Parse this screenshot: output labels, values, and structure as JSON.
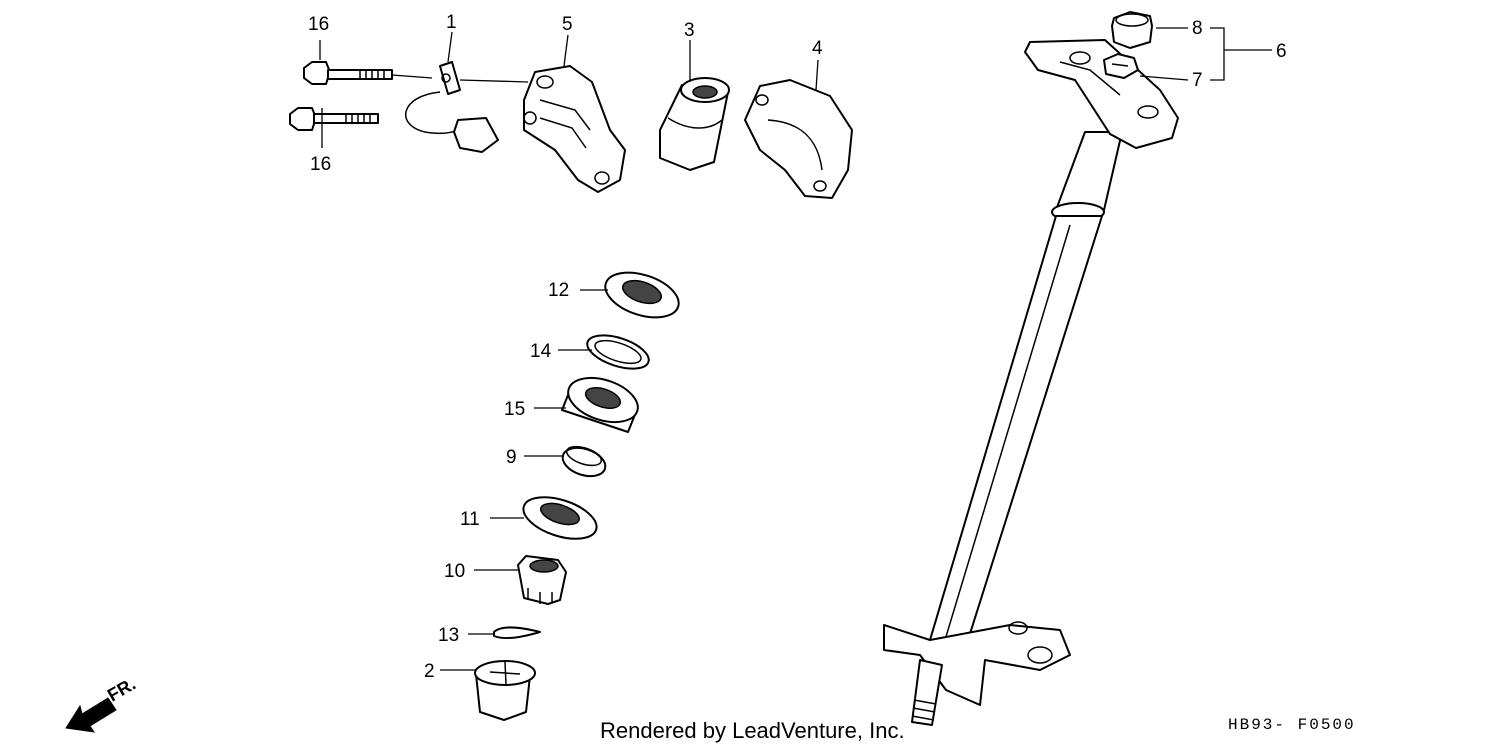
{
  "diagram": {
    "callouts": {
      "p16a": "16",
      "p16b": "16",
      "p1": "1",
      "p5": "5",
      "p3": "3",
      "p4": "4",
      "p8": "8",
      "p7": "7",
      "p6": "6",
      "p12": "12",
      "p14": "14",
      "p15": "15",
      "p9": "9",
      "p11": "11",
      "p10": "10",
      "p13": "13",
      "p2": "2"
    },
    "watermark": "Rendered by LeadVenture, Inc.",
    "diagram_code": "HB93- F0500",
    "direction": {
      "label": "FR.",
      "icon": "front-arrow-icon"
    }
  }
}
